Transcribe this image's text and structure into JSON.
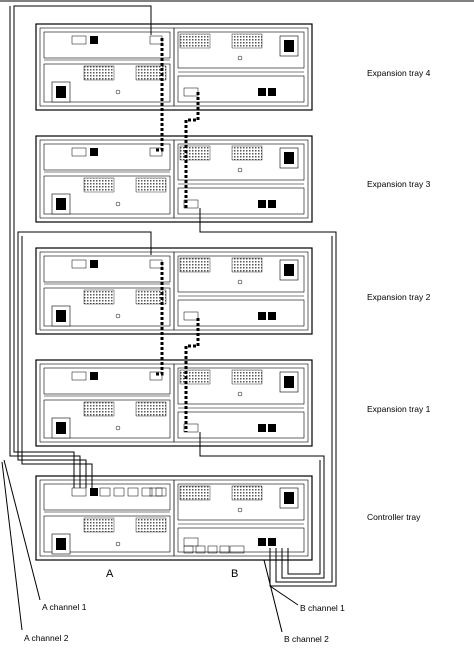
{
  "trays": [
    {
      "label": "Expansion tray 4"
    },
    {
      "label": "Expansion tray 3"
    },
    {
      "label": "Expansion tray 2"
    },
    {
      "label": "Expansion tray 1"
    },
    {
      "label": "Controller tray"
    }
  ],
  "sides": {
    "a": "A",
    "b": "B"
  },
  "channels": {
    "a1": "A channel 1",
    "a2": "A channel 2",
    "b1": "B channel 1",
    "b2": "B channel 2"
  }
}
